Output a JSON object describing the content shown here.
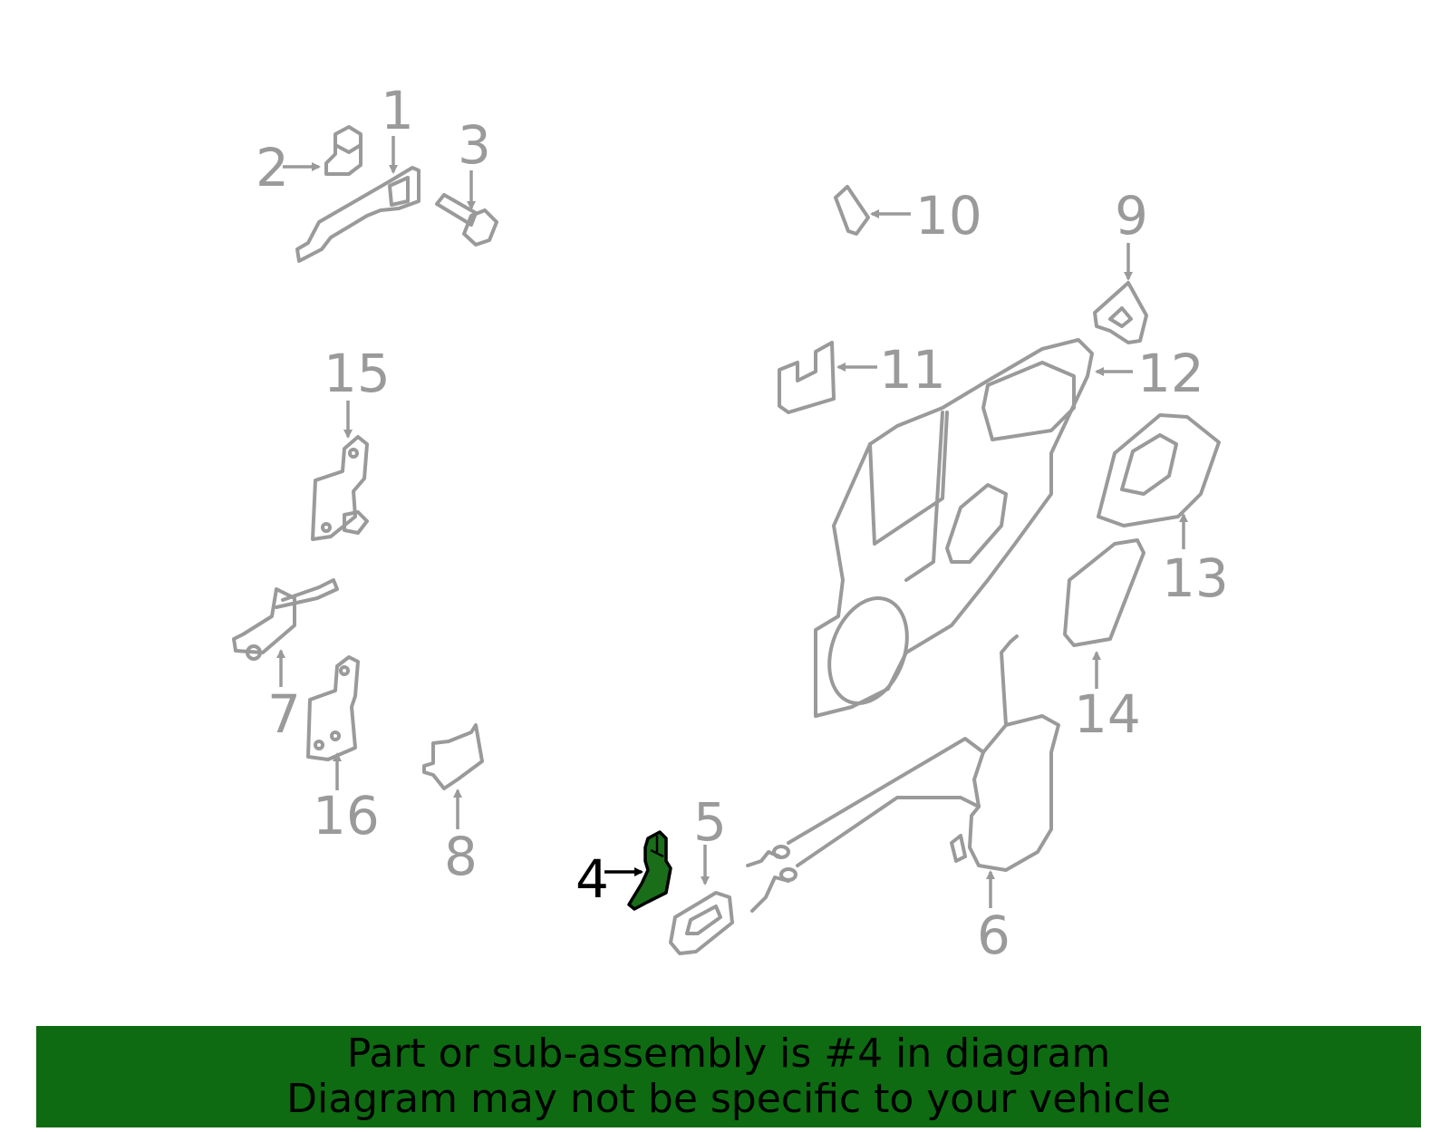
{
  "banner": {
    "background": "#0e6b12",
    "line1": "Part or sub-assembly is #4 in diagram",
    "line2": "Diagram may not be specific to your vehicle"
  },
  "highlight": {
    "part_number": "4",
    "color": "#1a6e1a"
  },
  "callouts": {
    "c1": "1",
    "c2": "2",
    "c3": "3",
    "c4": "4",
    "c5": "5",
    "c6": "6",
    "c7": "7",
    "c8": "8",
    "c9": "9",
    "c10": "10",
    "c11": "11",
    "c12": "12",
    "c13": "13",
    "c14": "14",
    "c15": "15",
    "c16": "16"
  }
}
